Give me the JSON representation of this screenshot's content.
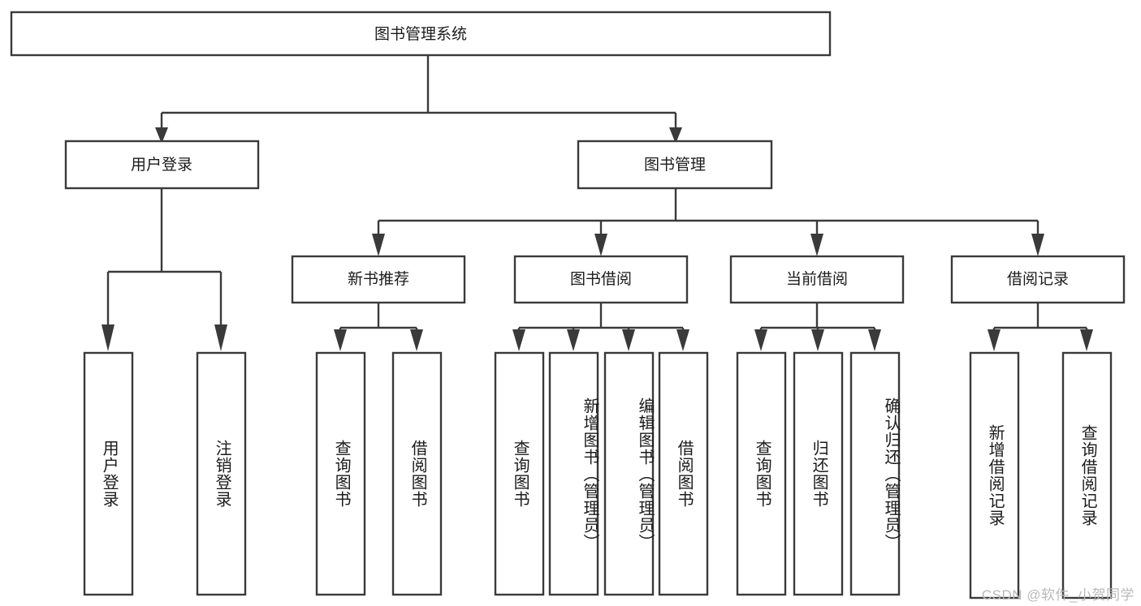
{
  "diagram": {
    "title": "图书管理系统",
    "type": "tree",
    "root": {
      "id": "root",
      "label": "图书管理系统"
    },
    "level2": [
      {
        "id": "user-login",
        "label": "用户登录"
      },
      {
        "id": "book-manage",
        "label": "图书管理"
      }
    ],
    "level3": [
      {
        "id": "new-book-recommend",
        "label": "新书推荐",
        "parent": "book-manage"
      },
      {
        "id": "book-borrow",
        "label": "图书借阅",
        "parent": "book-manage"
      },
      {
        "id": "current-borrow",
        "label": "当前借阅",
        "parent": "book-manage"
      },
      {
        "id": "borrow-record",
        "label": "借阅记录",
        "parent": "book-manage"
      }
    ],
    "leaves": [
      {
        "id": "leaf-user-login",
        "label": "用户登录",
        "parent": "user-login"
      },
      {
        "id": "leaf-user-logout",
        "label": "注销登录",
        "parent": "user-login"
      },
      {
        "id": "leaf-query-book-1",
        "label": "查询图书",
        "parent": "new-book-recommend"
      },
      {
        "id": "leaf-borrow-book-1",
        "label": "借阅图书",
        "parent": "new-book-recommend"
      },
      {
        "id": "leaf-query-book-2",
        "label": "查询图书",
        "parent": "book-borrow"
      },
      {
        "id": "leaf-add-book",
        "label": "新增图书（管理员）",
        "parent": "book-borrow"
      },
      {
        "id": "leaf-edit-book",
        "label": "编辑图书（管理员）",
        "parent": "book-borrow"
      },
      {
        "id": "leaf-borrow-book-2",
        "label": "借阅图书",
        "parent": "book-borrow"
      },
      {
        "id": "leaf-query-book-3",
        "label": "查询图书",
        "parent": "current-borrow"
      },
      {
        "id": "leaf-return-book",
        "label": "归还图书",
        "parent": "current-borrow"
      },
      {
        "id": "leaf-confirm-return",
        "label": "确认归还（管理员）",
        "parent": "current-borrow"
      },
      {
        "id": "leaf-add-record",
        "label": "新增借阅记录",
        "parent": "borrow-record"
      },
      {
        "id": "leaf-query-record",
        "label": "查询借阅记录",
        "parent": "borrow-record"
      }
    ],
    "colors": {
      "box_stroke": "#3a3a3a",
      "box_fill": "#ffffff",
      "text": "#1b1b1b",
      "background": "#ffffff",
      "watermark": "#b9b9b9"
    }
  },
  "watermark": {
    "text": "CSDN @软件_小贺同学"
  }
}
